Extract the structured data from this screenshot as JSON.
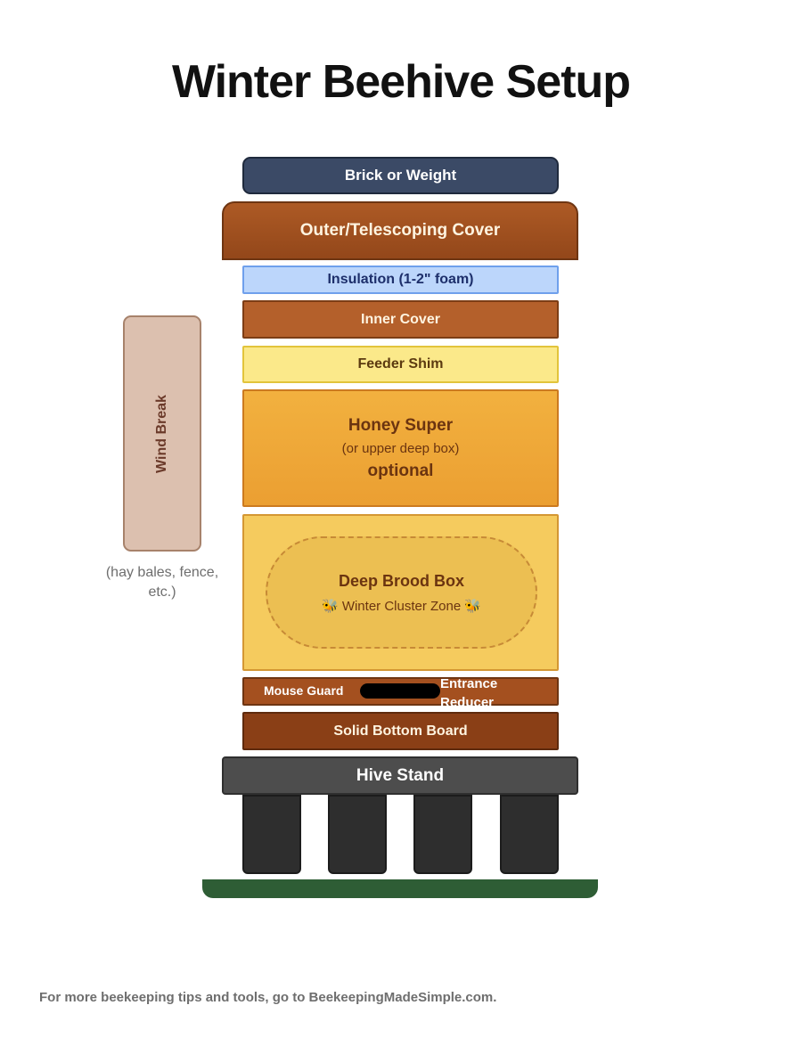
{
  "title": "Winter Beehive Setup",
  "layers": {
    "brick": "Brick or Weight",
    "outer_cover": "Outer/Telescoping Cover",
    "insulation": "Insulation (1-2\" foam)",
    "inner_cover": "Inner Cover",
    "feeder_shim": "Feeder Shim",
    "honey_super": {
      "name": "Honey Super",
      "subtitle": "(or upper deep box)",
      "note": "optional"
    },
    "brood_box": {
      "name": "Deep Brood Box",
      "cluster": "🐝 Winter Cluster Zone 🐝"
    },
    "mouse_guard": "Mouse Guard",
    "entrance_reducer": "Entrance Reducer",
    "bottom_board": "Solid Bottom Board",
    "hive_stand": "Hive Stand"
  },
  "wind_break": {
    "label": "Wind Break",
    "note": "(hay bales, fence, etc.)"
  },
  "footer": "For more beekeeping tips and tools, go to BeekeepingMadeSimple.com.",
  "colors": {
    "brick": "#3b4a66",
    "outer_cover": "#a4501f",
    "insulation": "#bcd6fb",
    "inner_cover": "#b4602b",
    "feeder_shim": "#fbe98a",
    "honey_super": "#f2b13f",
    "brood_box": "#f5cb5e",
    "bottom_board": "#8a3f16",
    "hive_stand": "#4d4d4d",
    "ground": "#2e5d35",
    "wind_break": "#dcc0af"
  }
}
